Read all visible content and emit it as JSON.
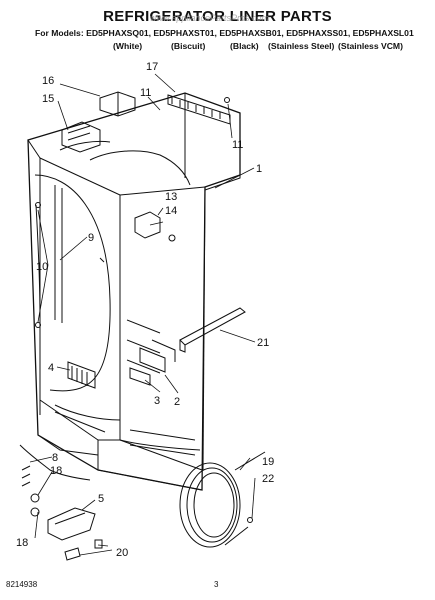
{
  "header": {
    "title": "REFRIGERATOR LINER PARTS",
    "watermark": "www.appliancePartsPros.com",
    "models_line": "For Models: ED5PHAXSQ01, ED5PHAXST01, ED5PHAXSB01, ED5PHAXSS01, ED5PHAXSL01",
    "colors": [
      "(White)",
      "(Biscuit)",
      "(Black)",
      "(Stainless Steel)",
      "(Stainless VCM)"
    ]
  },
  "callouts": {
    "c1": "1",
    "c2": "2",
    "c3": "3",
    "c4": "4",
    "c5": "5",
    "c8": "8",
    "c9": "9",
    "c10": "10",
    "c11a": "11",
    "c11b": "11",
    "c13": "13",
    "c14": "14",
    "c15": "15",
    "c16": "16",
    "c17": "17",
    "c18a": "18",
    "c18b": "18",
    "c19": "19",
    "c20": "20",
    "c21": "21",
    "c22": "22"
  },
  "footer": {
    "doc_number": "8214938",
    "page": "3"
  }
}
